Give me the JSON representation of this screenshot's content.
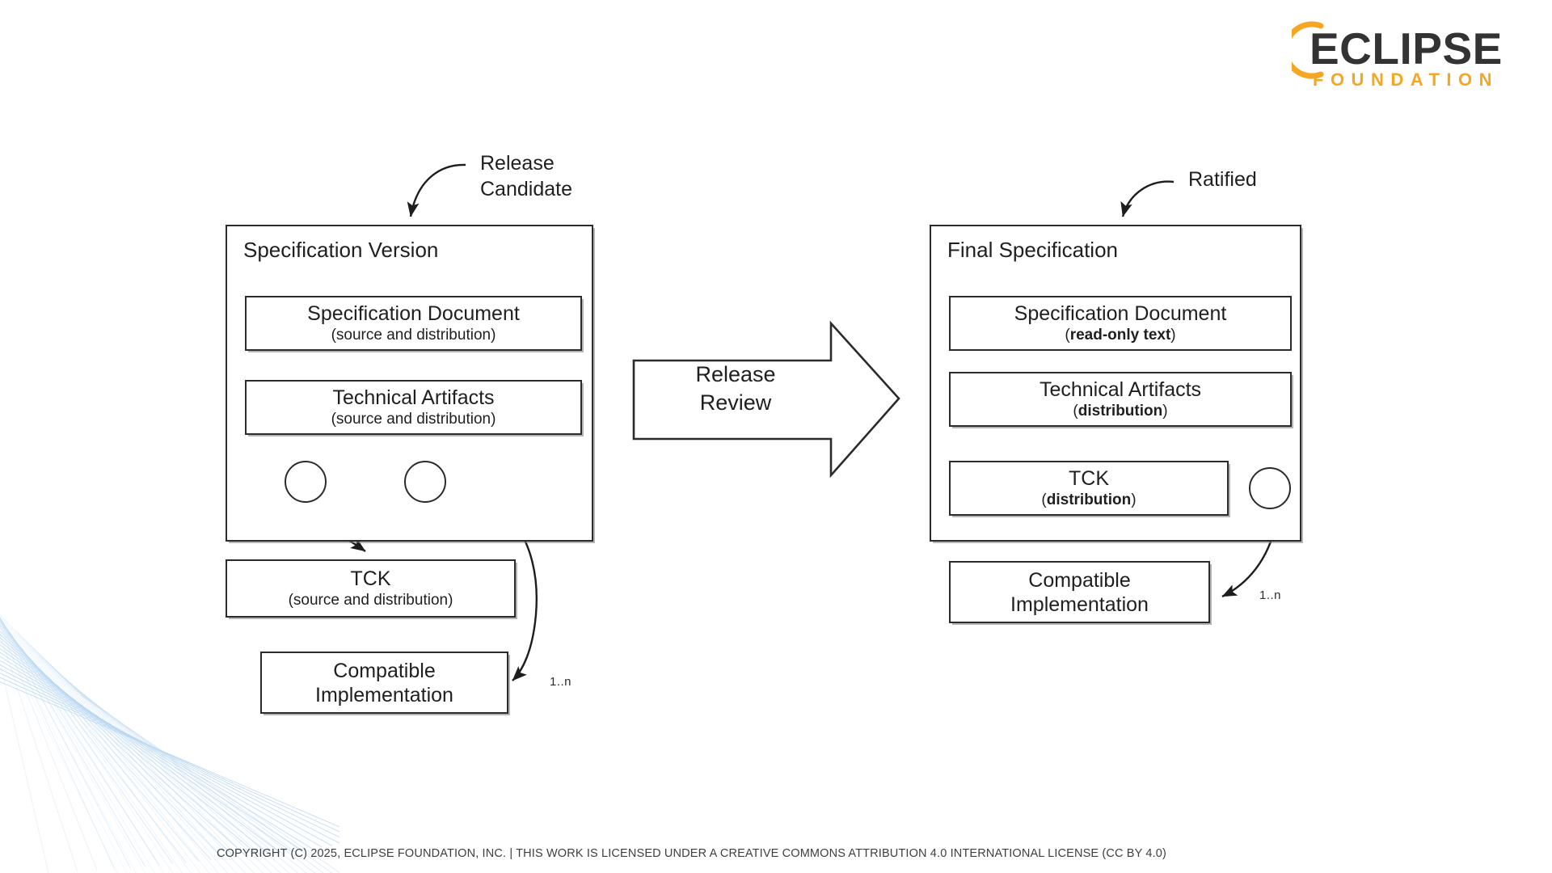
{
  "logo": {
    "wordmark": "ECLIPSE",
    "subtitle": "FOUNDATION",
    "arc_color": "#f5a623",
    "wordmark_color": "#333333",
    "subtitle_color": "#f5a623"
  },
  "diagram": {
    "type": "uml-component-diagram",
    "left": {
      "annotation": {
        "line1": "Release",
        "line2": "Candidate"
      },
      "container_title": "Specification Version",
      "inner_boxes": [
        {
          "title": "Specification Document",
          "subtitle": "(source and distribution)",
          "subtitle_bold": false
        },
        {
          "title": "Technical Artifacts",
          "subtitle": "(source and distribution)",
          "subtitle_bold": false
        }
      ],
      "external_boxes": [
        {
          "title": "TCK",
          "subtitle": "(source and distribution)",
          "subtitle_bold": false
        },
        {
          "title": "Compatible",
          "subtitle": "Implementation",
          "subtitle_bold": false
        }
      ],
      "multiplicity": "1..n"
    },
    "transition": {
      "line1": "Release",
      "line2": "Review"
    },
    "right": {
      "annotation": {
        "line1": "Ratified",
        "line2": ""
      },
      "container_title": "Final Specification",
      "inner_boxes": [
        {
          "title": "Specification Document",
          "subtitle_prefix": "(",
          "subtitle_bold_text": "read-only text",
          "subtitle_suffix": ")"
        },
        {
          "title": "Technical Artifacts",
          "subtitle_prefix": "(",
          "subtitle_bold_text": "distribution",
          "subtitle_suffix": ")"
        },
        {
          "title": "TCK",
          "subtitle_prefix": "(",
          "subtitle_bold_text": "distribution",
          "subtitle_suffix": ")"
        }
      ],
      "external_boxes": [
        {
          "title": "Compatible",
          "subtitle": "Implementation"
        }
      ],
      "multiplicity": "1..n"
    }
  },
  "footer": {
    "copyright": "COPYRIGHT (C) 2025, ECLIPSE FOUNDATION, INC. | THIS WORK IS LICENSED UNDER A CREATIVE COMMONS ATTRIBUTION 4.0 INTERNATIONAL LICENSE (CC BY 4.0)"
  }
}
